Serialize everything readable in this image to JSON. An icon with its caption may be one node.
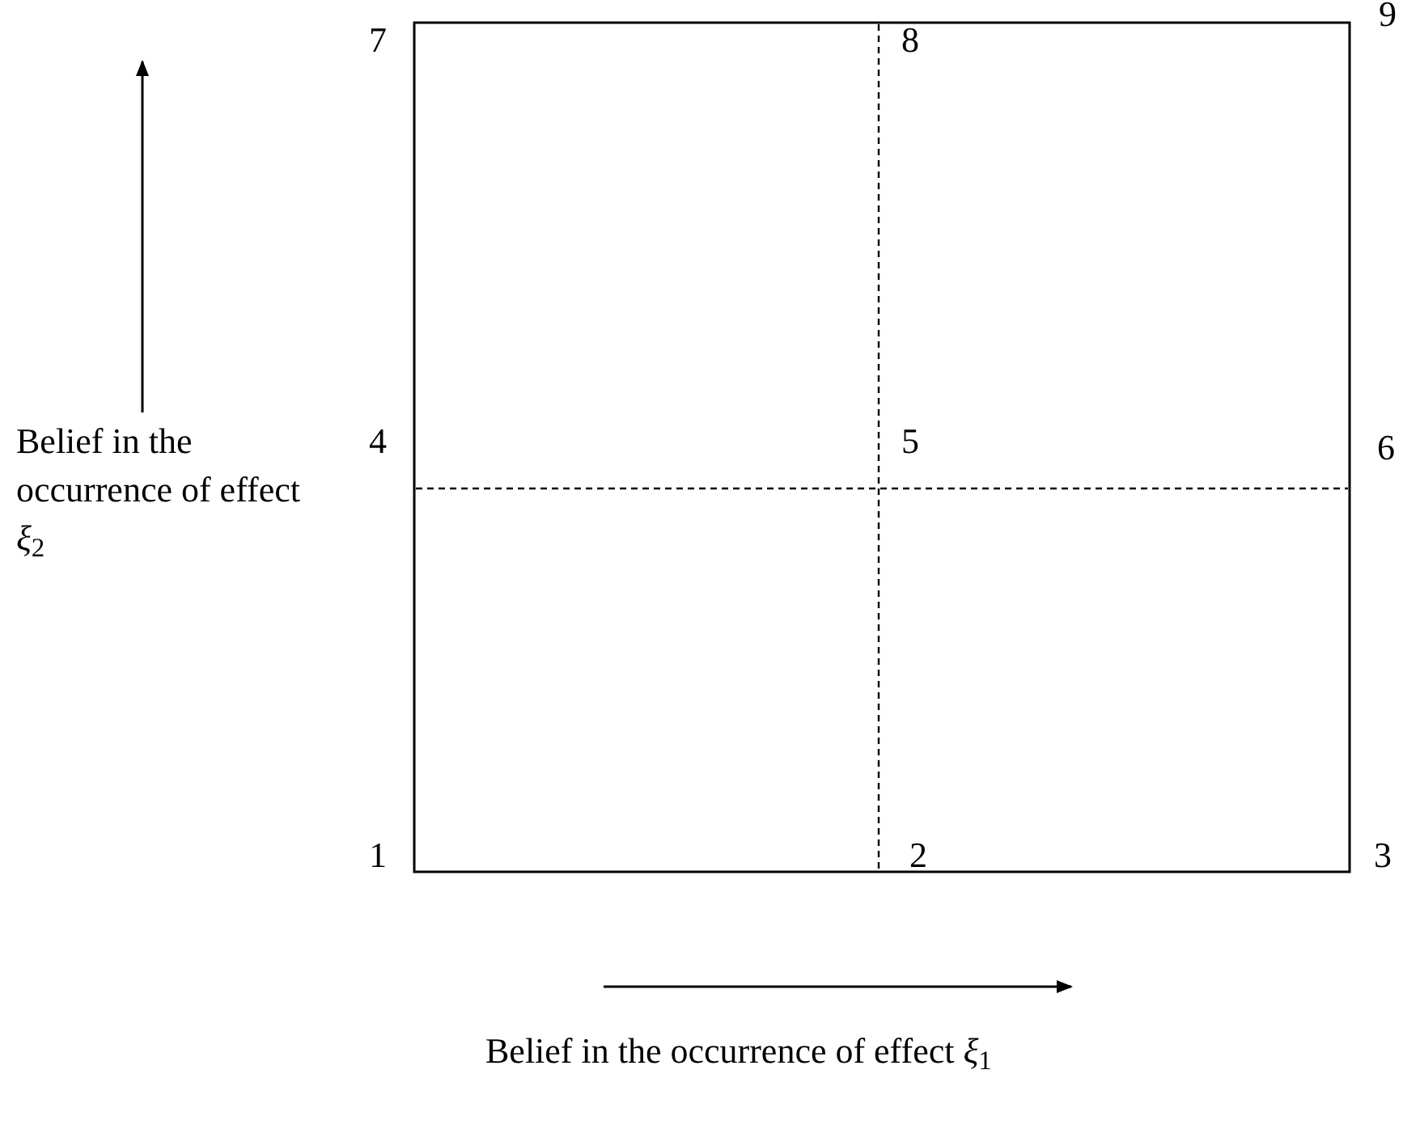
{
  "diagram": {
    "labels": [
      "7",
      "8",
      "9",
      "4",
      "5",
      "6",
      "1",
      "2",
      "3",
      "Belief in the occurrence of effect *ξ*$_{2}$",
      "Belief in the occurrence of effect *ξ*$_{1}$"
    ]
  }
}
